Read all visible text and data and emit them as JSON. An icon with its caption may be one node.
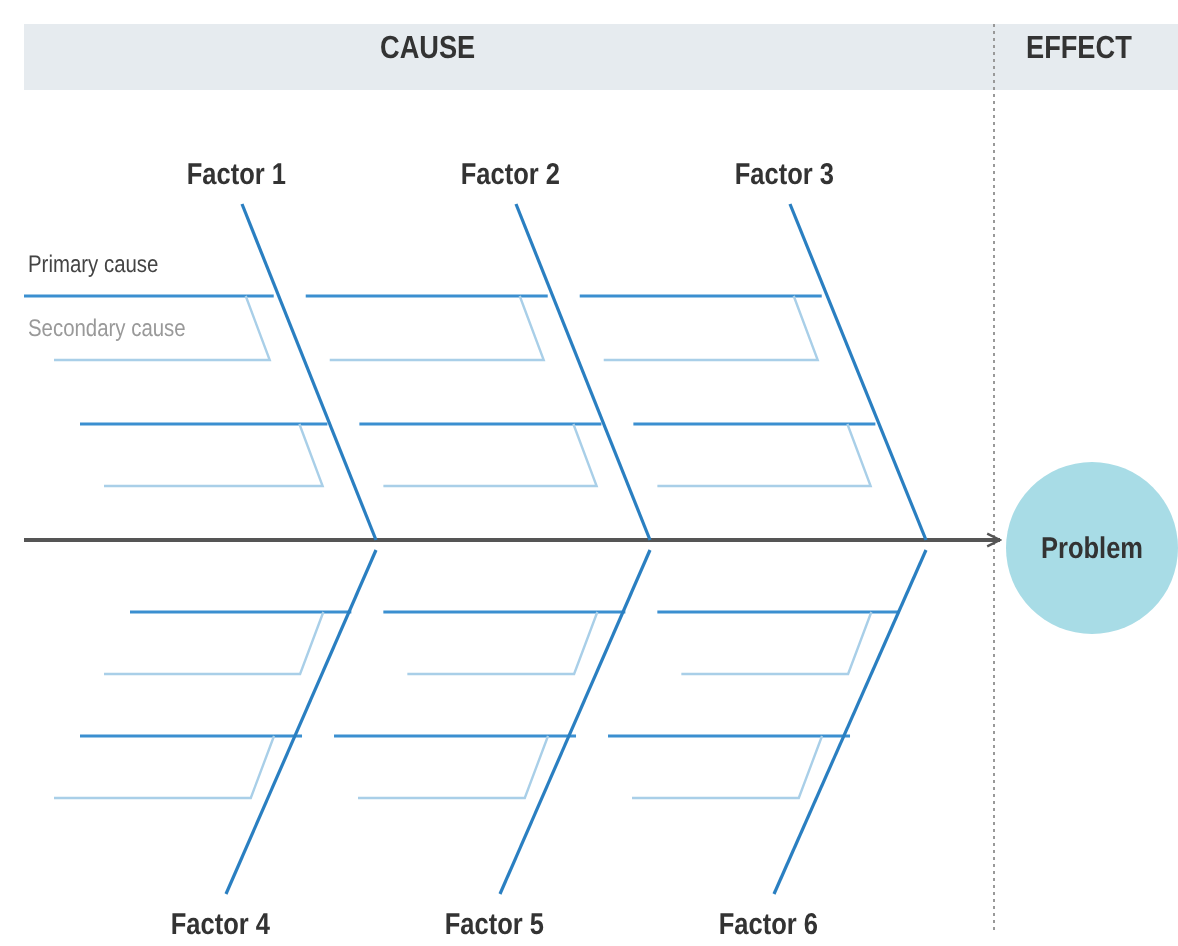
{
  "diagram": {
    "nodes": [
      {
        "text": [
          "Factor 1"
        ]
      },
      {
        "text": [
          "Factor 2"
        ]
      },
      {
        "text": [
          "Factor 3"
        ]
      },
      {
        "text": [
          "Factor 4"
        ]
      },
      {
        "text": [
          "Factor 5"
        ]
      },
      {
        "text": [
          "Factor 6"
        ]
      },
      {
        "text": [
          "Problem"
        ]
      }
    ],
    "edges": [
      {
        "from": null,
        "to": 6,
        "arrow": "to",
        "color": "#555555"
      },
      {
        "from": 0,
        "to": null,
        "arrow": "none"
      },
      {
        "from": 1,
        "to": null,
        "arrow": "none"
      },
      {
        "from": 2,
        "to": null,
        "arrow": "none"
      },
      {
        "from": 3,
        "to": null,
        "arrow": "none"
      },
      {
        "from": 4,
        "to": null,
        "arrow": "none"
      },
      {
        "from": 5,
        "to": null,
        "arrow": "none"
      }
    ],
    "labels": [
      "CAUSE",
      "EFFECT",
      "Primary cause",
      "Secondary cause"
    ]
  }
}
